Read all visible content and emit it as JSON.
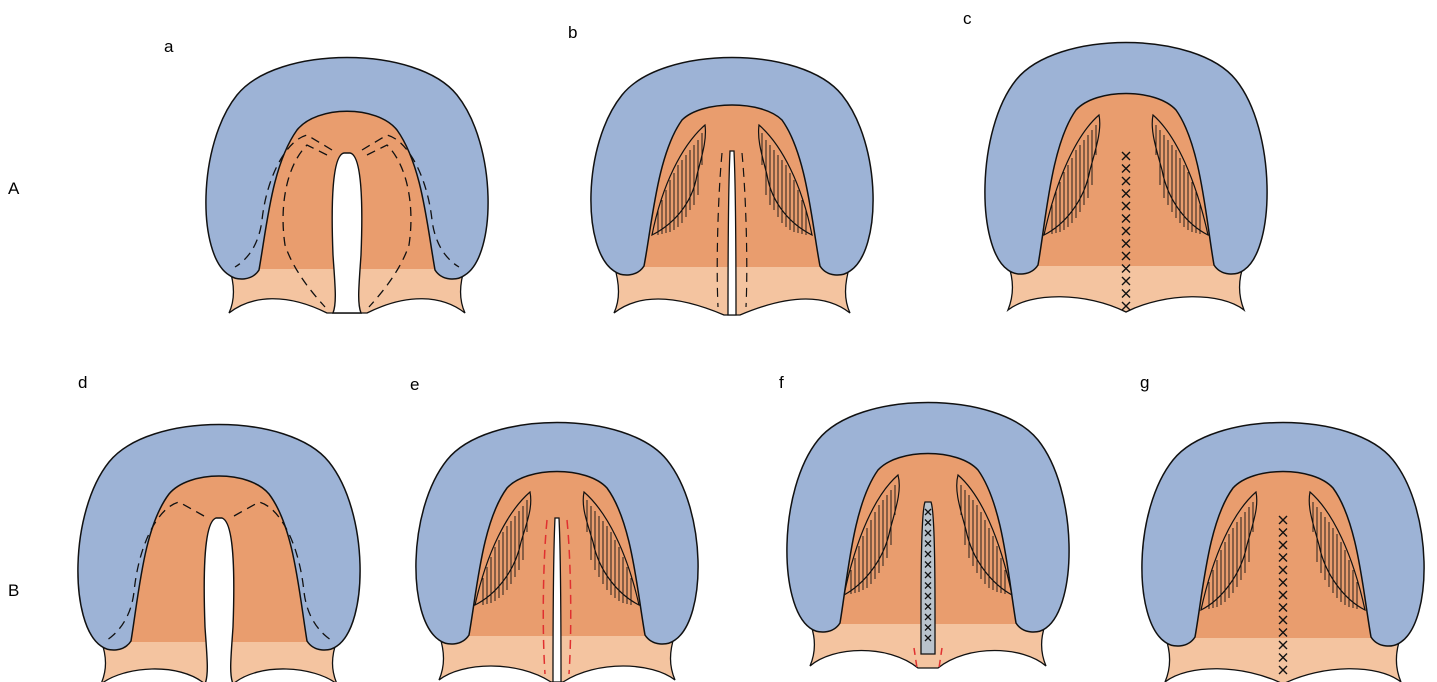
{
  "rows": [
    {
      "id": "A",
      "label": "A"
    },
    {
      "id": "B",
      "label": "B"
    }
  ],
  "panels": [
    {
      "id": "a",
      "label": "a",
      "stage": "cleft-incisions"
    },
    {
      "id": "b",
      "label": "b",
      "stage": "flaps-elevated"
    },
    {
      "id": "c",
      "label": "c",
      "stage": "sutured"
    },
    {
      "id": "d",
      "label": "d",
      "stage": "cleft-incisions"
    },
    {
      "id": "e",
      "label": "e",
      "stage": "flaps-elevated-red-incisions"
    },
    {
      "id": "f",
      "label": "f",
      "stage": "graft-sutured-red-incisions"
    },
    {
      "id": "g",
      "label": "g",
      "stage": "sutured"
    }
  ],
  "colors": {
    "gum": "#9db3d6",
    "palate": "#e99d6e",
    "soft_palate": "#f4c4a0",
    "outline": "#111111",
    "incision_red": "#e03030",
    "graft": "#b9c3cc"
  }
}
